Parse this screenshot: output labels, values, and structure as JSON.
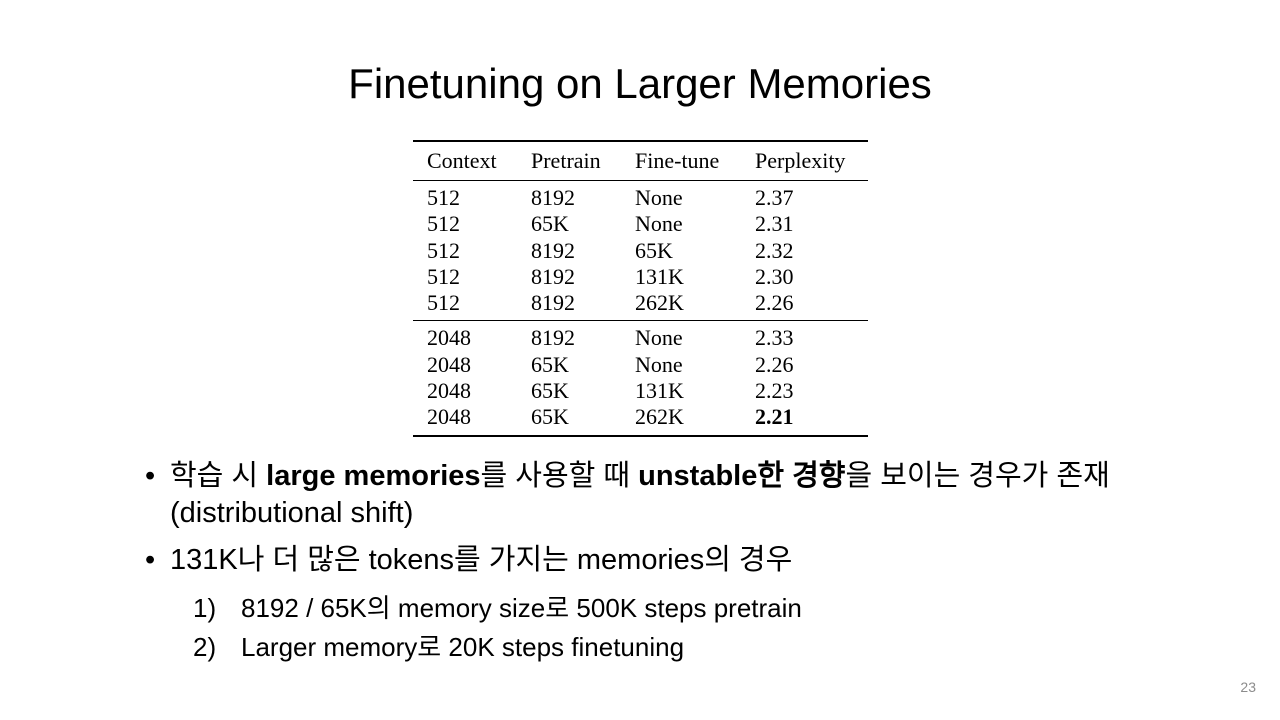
{
  "slide": {
    "title": "Finetuning on Larger Memories",
    "page_number": "23"
  },
  "table": {
    "headers": [
      "Context",
      "Pretrain",
      "Fine-tune",
      "Perplexity"
    ],
    "groups": [
      [
        [
          "512",
          "8192",
          "None",
          "2.37"
        ],
        [
          "512",
          "65K",
          "None",
          "2.31"
        ],
        [
          "512",
          "8192",
          "65K",
          "2.32"
        ],
        [
          "512",
          "8192",
          "131K",
          "2.30"
        ],
        [
          "512",
          "8192",
          "262K",
          "2.26"
        ]
      ],
      [
        [
          "2048",
          "8192",
          "None",
          "2.33"
        ],
        [
          "2048",
          "65K",
          "None",
          "2.26"
        ],
        [
          "2048",
          "65K",
          "131K",
          "2.23"
        ],
        [
          "2048",
          "65K",
          "262K",
          "2.21"
        ]
      ]
    ],
    "bold_cell": "2.21"
  },
  "bullets": {
    "b1": {
      "t1": "학습 시 ",
      "t2": "large memories",
      "t3": "를 사용할 때 ",
      "t4": "unstable한 경향",
      "t5": "을 보이는 경우가 존재 (distributional shift)"
    },
    "b2": {
      "text": "131K나 더 많은 tokens를 가지는 memories의 경우",
      "subs": [
        {
          "num": "1)",
          "text": "8192 / 65K의 memory size로 500K steps pretrain"
        },
        {
          "num": "2)",
          "text": "Larger memory로 20K steps finetuning"
        }
      ]
    },
    "marker": "•"
  }
}
